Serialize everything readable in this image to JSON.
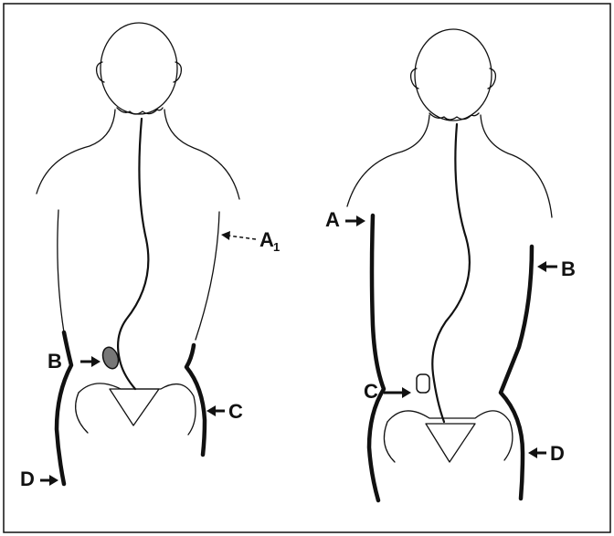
{
  "figures": [
    {
      "labels": {
        "a1_main": "A",
        "a1_sub": "1",
        "b": "B",
        "c": "C",
        "d": "D"
      }
    },
    {
      "labels": {
        "a": "A",
        "b": "B",
        "c": "C",
        "d": "D"
      }
    }
  ],
  "colors": {
    "line": "#111111",
    "lump_fill": "#777777",
    "background": "#ffffff"
  }
}
